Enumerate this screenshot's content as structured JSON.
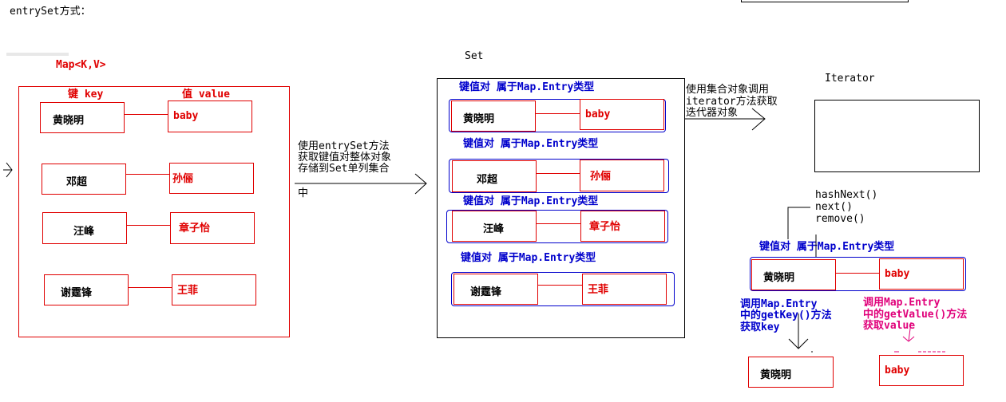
{
  "title": "entrySet方式：",
  "map": {
    "label": "Map<K,V>",
    "key_header": "键 key",
    "value_header": "值 value",
    "rows": [
      {
        "key": "黄晓明",
        "value": "baby"
      },
      {
        "key": "邓超",
        "value": "孙俪"
      },
      {
        "key": "汪峰",
        "value": "章子怡"
      },
      {
        "key": "谢霆锋",
        "value": "王菲"
      }
    ]
  },
  "arrow1": {
    "lines": [
      "使用entrySet方法",
      "获取键值对整体对象",
      "存储到Set单列集合",
      "中"
    ]
  },
  "set": {
    "label": "Set",
    "entry_label": "键值对 属于Map.Entry类型",
    "rows": [
      {
        "key": "黄晓明",
        "value": "baby"
      },
      {
        "key": "邓超",
        "value": "孙俪"
      },
      {
        "key": "汪峰",
        "value": "章子怡"
      },
      {
        "key": "谢霆锋",
        "value": "王菲"
      }
    ]
  },
  "arrow2": {
    "lines": [
      "使用集合对象调用",
      "iterator方法获取",
      "迭代器对象"
    ]
  },
  "iterator": {
    "label": "Iterator",
    "methods": [
      "hashNext()",
      "next()",
      "remove()"
    ],
    "entry_label": "键值对 属于Map.Entry类型",
    "entry": {
      "key": "黄晓明",
      "value": "baby"
    },
    "getkey_lines": [
      "调用Map.Entry",
      "中的getKey()方法",
      "获取key"
    ],
    "getvalue_lines": [
      "调用Map.Entry",
      "中的getValue()方法",
      "获取value"
    ],
    "result_key": "黄晓明",
    "result_value": "baby"
  },
  "colors": {
    "red": "#e00000",
    "blue": "#0000cc",
    "magenta": "#e0007a",
    "black": "#000000"
  }
}
